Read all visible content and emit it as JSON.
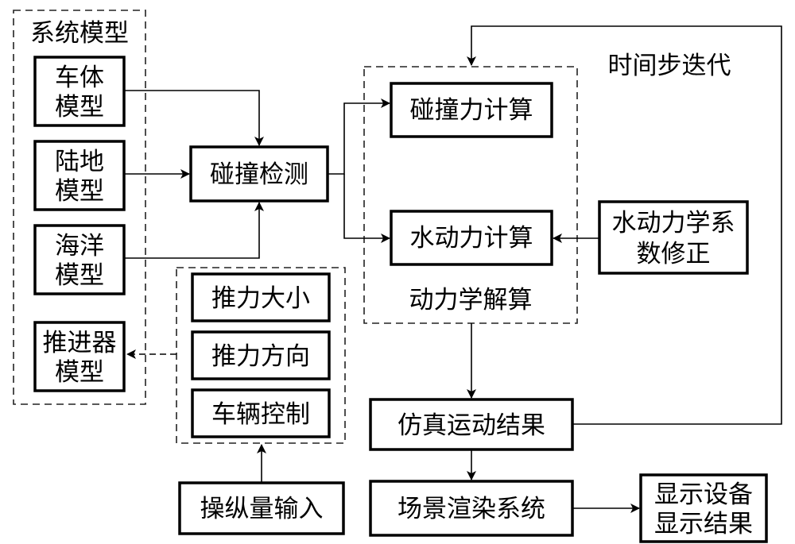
{
  "groups": {
    "system_model": "系统模型",
    "dynamics": "动力学解算",
    "time_iteration": "时间步迭代"
  },
  "models": {
    "vehicle": [
      "车体",
      "模型"
    ],
    "land": [
      "陆地",
      "模型"
    ],
    "ocean": [
      "海洋",
      "模型"
    ],
    "thruster": [
      "推进器",
      "模型"
    ]
  },
  "nodes": {
    "collision_detect": "碰撞检测",
    "collision_force": "碰撞力计算",
    "hydro_force": "水动力计算",
    "hydro_coef": [
      "水动力学系",
      "数修正"
    ],
    "sim_result": "仿真运动结果",
    "scene_render": "场景渲染系统",
    "display": [
      "显示设备",
      "显示结果"
    ],
    "control_input": "操纵量输入"
  },
  "controls": {
    "thrust_size": "推力大小",
    "thrust_dir": "推力方向",
    "vehicle_ctrl": "车辆控制"
  }
}
